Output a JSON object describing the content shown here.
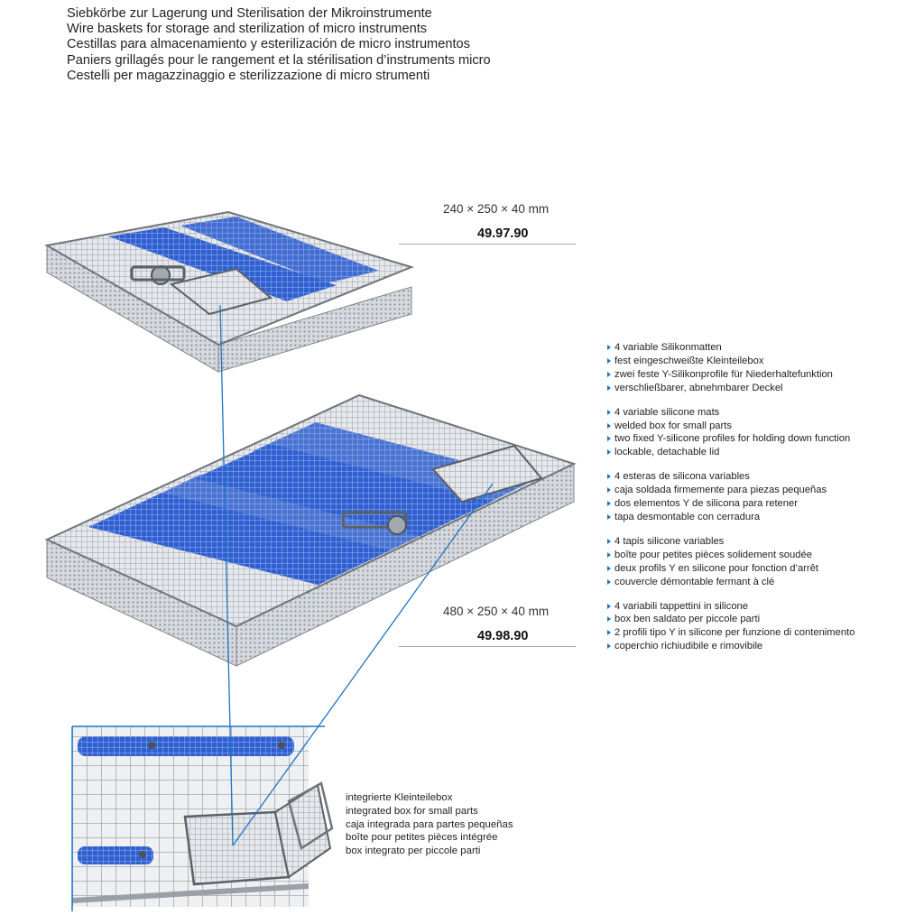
{
  "header": {
    "titles": [
      "Siebkörbe zur Lagerung und Sterilisation der Mikroinstrumente",
      "Wire baskets for storage and sterilization of micro instruments",
      "Cestillas para almacenamiento y esterilización de micro instrumentos",
      "Paniers grillagés pour le rangement et la stérilisation d’instruments micro",
      "Cestelli per magazzinaggio e sterilizzazione di micro strumenti"
    ]
  },
  "products": [
    {
      "dimensions": "240 × 250 × 40 mm",
      "code": "49.97.90"
    },
    {
      "dimensions": "480 × 250 × 40 mm",
      "code": "49.98.90"
    }
  ],
  "features": [
    [
      "4 variable Silikonmatten",
      "fest eingeschweißte Kleinteilebox",
      "zwei feste Y-Silikonprofile für Niederhaltefunktion",
      "verschließbarer, abnehmbarer Deckel"
    ],
    [
      "4 variable silicone mats",
      "welded box for small parts",
      "two fixed Y-silicone profiles for holding down function",
      "lockable, detachable lid"
    ],
    [
      "4 esteras de silicona variables",
      "caja soldada firmemente para piezas pequeñas",
      "dos elementos Y de silicona para retener",
      "tapa desmontable con cerradura"
    ],
    [
      "4 tapis silicone variables",
      "boîte pour petites pièces solidement soudée",
      "deux profils Y en silicone pour fonction d’arrêt",
      "couvercle démontable fermant à clé"
    ],
    [
      "4 variabili tappettini in silicone",
      "box ben saldato per piccole parti",
      "2 profili tipo Y in silicone per funzione di contenimento",
      "coperchio richiudibile e rimovibile"
    ]
  ],
  "inset": {
    "labels": [
      "integrierte Kleinteilebox",
      "integrated box for small parts",
      "caja integrada para partes pequeñas",
      "boîte pour petites pièces intégrée",
      "box integrato per piccole parti"
    ]
  },
  "colors": {
    "accent": "#1e74c6",
    "silicone_blue": "#2f5fd0",
    "steel": "#c9cdd2"
  }
}
